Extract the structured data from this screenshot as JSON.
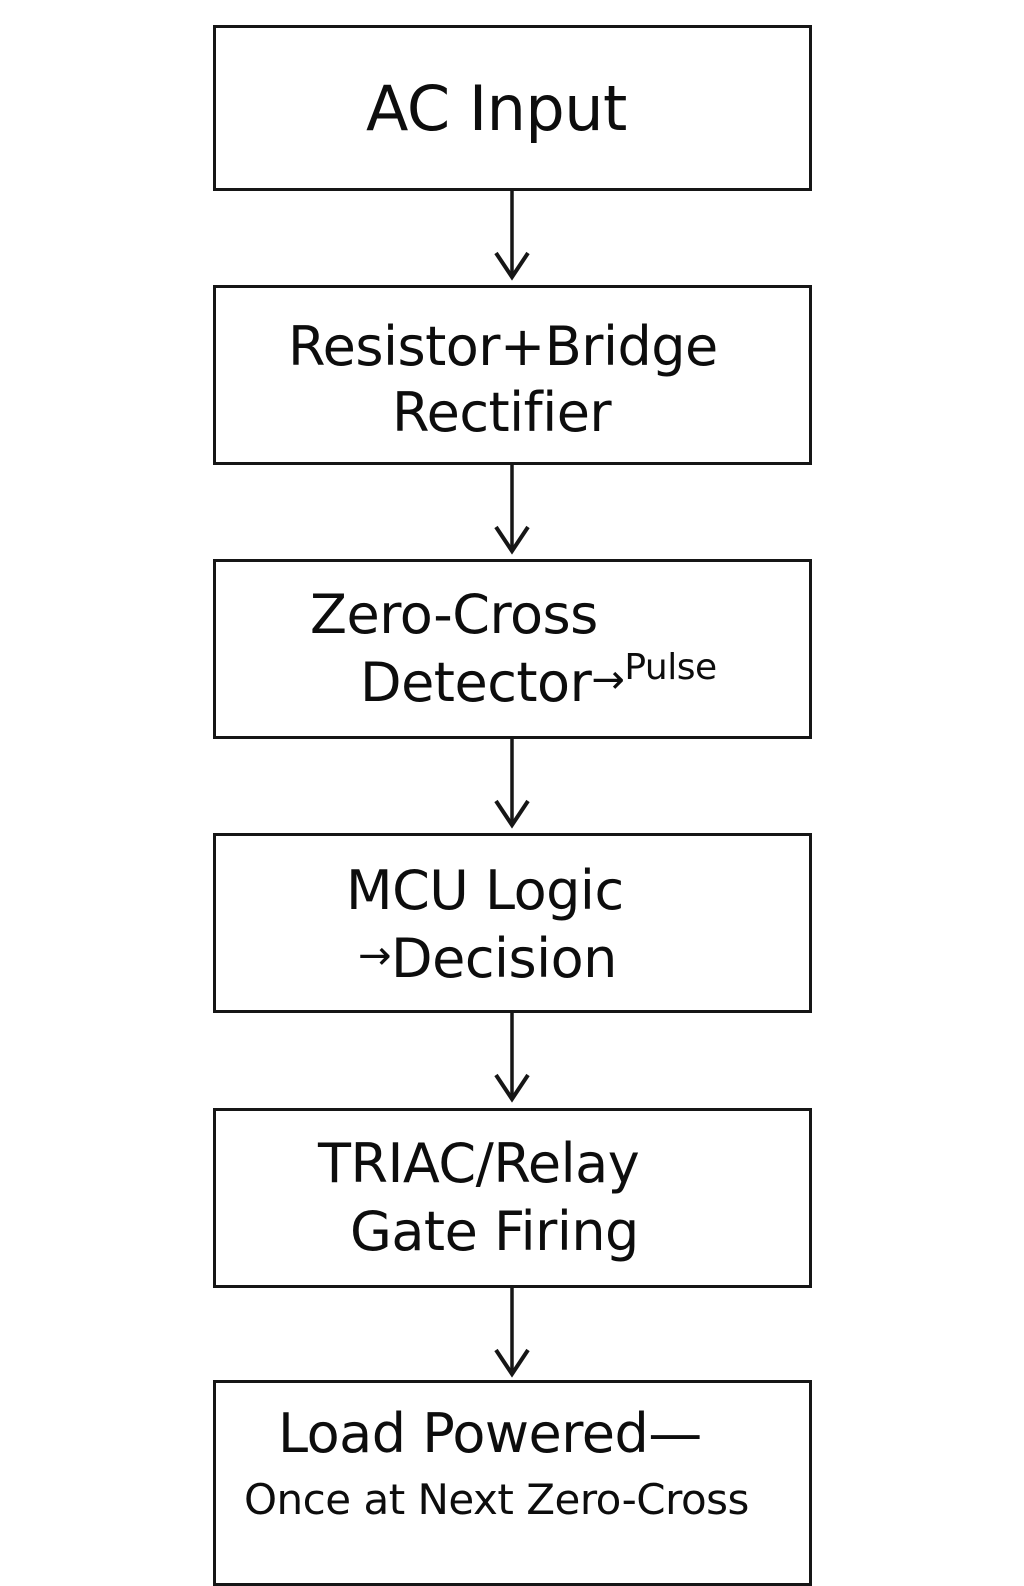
{
  "diagram": {
    "type": "flowchart",
    "direction": "top-to-bottom",
    "nodes": [
      {
        "id": "ac-input",
        "lines": [
          "AC Input"
        ]
      },
      {
        "id": "rectifier",
        "lines": [
          "Resistor+Bridge",
          "Rectifier"
        ]
      },
      {
        "id": "zero-cross-detector",
        "lines": [
          "Zero-Cross",
          "Detector"
        ],
        "arrow_glyph": "→",
        "suffix": "Pulse"
      },
      {
        "id": "mcu-logic",
        "lines": [
          "MCU Logic",
          "Decision"
        ],
        "prefix_glyph": "→"
      },
      {
        "id": "triac-relay",
        "lines": [
          "TRIAC/Relay",
          "Gate Firing"
        ]
      },
      {
        "id": "load-powered",
        "lines": [
          "Load Powered—",
          "Once at Next Zero-Cross"
        ]
      }
    ],
    "edges": [
      {
        "from": "ac-input",
        "to": "rectifier"
      },
      {
        "from": "rectifier",
        "to": "zero-cross-detector"
      },
      {
        "from": "zero-cross-detector",
        "to": "mcu-logic"
      },
      {
        "from": "mcu-logic",
        "to": "triac-relay"
      },
      {
        "from": "triac-relay",
        "to": "load-powered"
      }
    ],
    "colors": {
      "stroke": "#161616",
      "text": "#0d0d0d",
      "background": "#ffffff"
    }
  }
}
